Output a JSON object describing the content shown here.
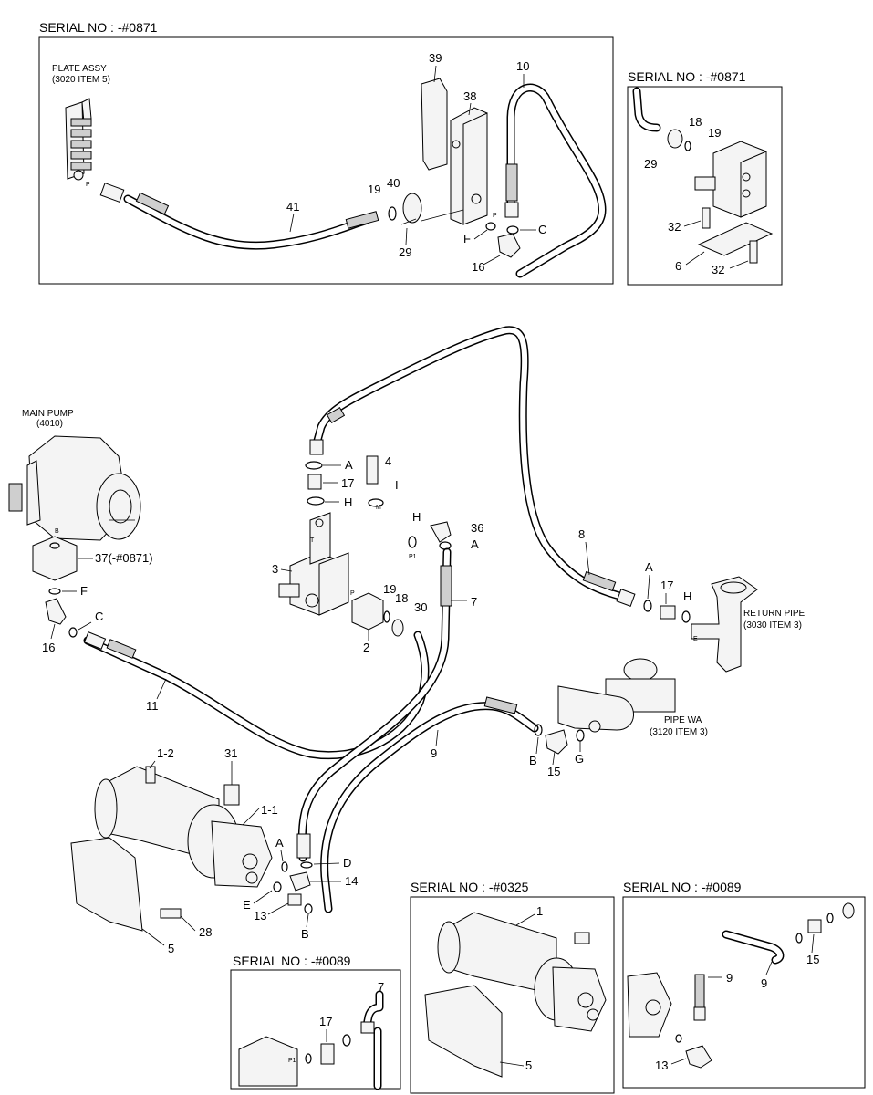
{
  "panels": {
    "top_left": {
      "title": "SERIAL NO : -#0871"
    },
    "top_right": {
      "title": "SERIAL NO : -#0871"
    },
    "bottom_middle": {
      "title": "SERIAL NO : -#0325"
    },
    "bottom_right": {
      "title": "SERIAL NO : -#0089"
    },
    "bottom_left": {
      "title": "SERIAL NO : -#0089"
    }
  },
  "components": {
    "plate_assy": {
      "name": "PLATE ASSY",
      "ref": "(3020 ITEM 5)"
    },
    "main_pump": {
      "name": "MAIN PUMP",
      "ref": "(4010)"
    },
    "return_pipe": {
      "name": "RETURN PIPE",
      "ref": "(3030 ITEM 3)"
    },
    "pipe_wa": {
      "name": "PIPE WA",
      "ref": "(3120 ITEM 3)"
    }
  },
  "labels": {
    "top_left": [
      "39",
      "38",
      "10",
      "40",
      "19",
      "41",
      "29",
      "F",
      "C",
      "16"
    ],
    "top_right": [
      "18",
      "19",
      "29",
      "32",
      "6",
      "32"
    ],
    "main": [
      "A",
      "17",
      "H",
      "4",
      "I",
      "H",
      "36",
      "A",
      "7",
      "3",
      "19",
      "18",
      "30",
      "2",
      "37(-#0871)",
      "F",
      "16",
      "C",
      "8",
      "A",
      "17",
      "H",
      "11",
      "9",
      "B",
      "15",
      "G",
      "1-2",
      "31",
      "1-1",
      "A",
      "D",
      "14",
      "E",
      "13",
      "B",
      "28",
      "5"
    ],
    "bottom_middle": [
      "1",
      "5"
    ],
    "bottom_right": [
      "15",
      "9",
      "9",
      "13"
    ],
    "bottom_left": [
      "17",
      "7"
    ]
  },
  "port_labels": [
    "P",
    "P",
    "T",
    "M",
    "P1",
    "P",
    "B",
    "E",
    "E",
    "P1"
  ]
}
